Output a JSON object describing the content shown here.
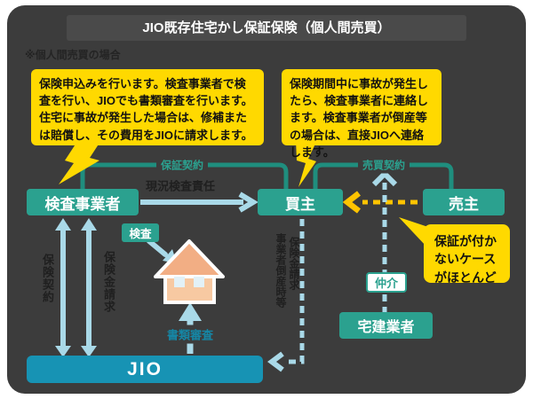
{
  "header": {
    "title": "JIO既存住宅かし保証保険（個人間売買）",
    "note": "※個人間売買の場合"
  },
  "callouts": {
    "inspector_callout": "保険申込みを行います。検査事業者で検査を行い、JIOでも書類審査を行います。住宅に事故が発生した場合は、修補または賠償し、その費用をJIOに請求します。",
    "buyer_callout": "保険期間中に事故が発生したら、検査事業者に連絡します。検査事業者が倒産等の場合は、直接JIOへ連絡します。",
    "seller_note": "保証が付かないケースがほとんど"
  },
  "entities": {
    "inspector": "検査事業者",
    "buyer": "買主",
    "seller": "売主",
    "realtor": "宅建業者",
    "jio": "JIO"
  },
  "labels": {
    "guarantee_contract": "保証契約",
    "sales_contract": "売買契約",
    "inspection_liability": "現況検査責任",
    "insurance_contract": "保険契約",
    "insurance_claim": "保険金請求",
    "bankruptcy_case": "事業者倒産時等",
    "bankruptcy_claim": "保険金請求",
    "inspection": "検査",
    "document_review": "書類審査",
    "brokerage": "仲介"
  },
  "colors": {
    "panel_bg": "#3C3C3C",
    "titlebar_bg": "#4A4A4A",
    "teal": "#2BA18F",
    "teal_line": "#1F8E7E",
    "jio_blue": "#1793B4",
    "yellow": "#FFD900",
    "yellow_arrow": "#FFC400",
    "light_blue": "#A9D9E8",
    "dark_text": "#1F1F1F"
  }
}
